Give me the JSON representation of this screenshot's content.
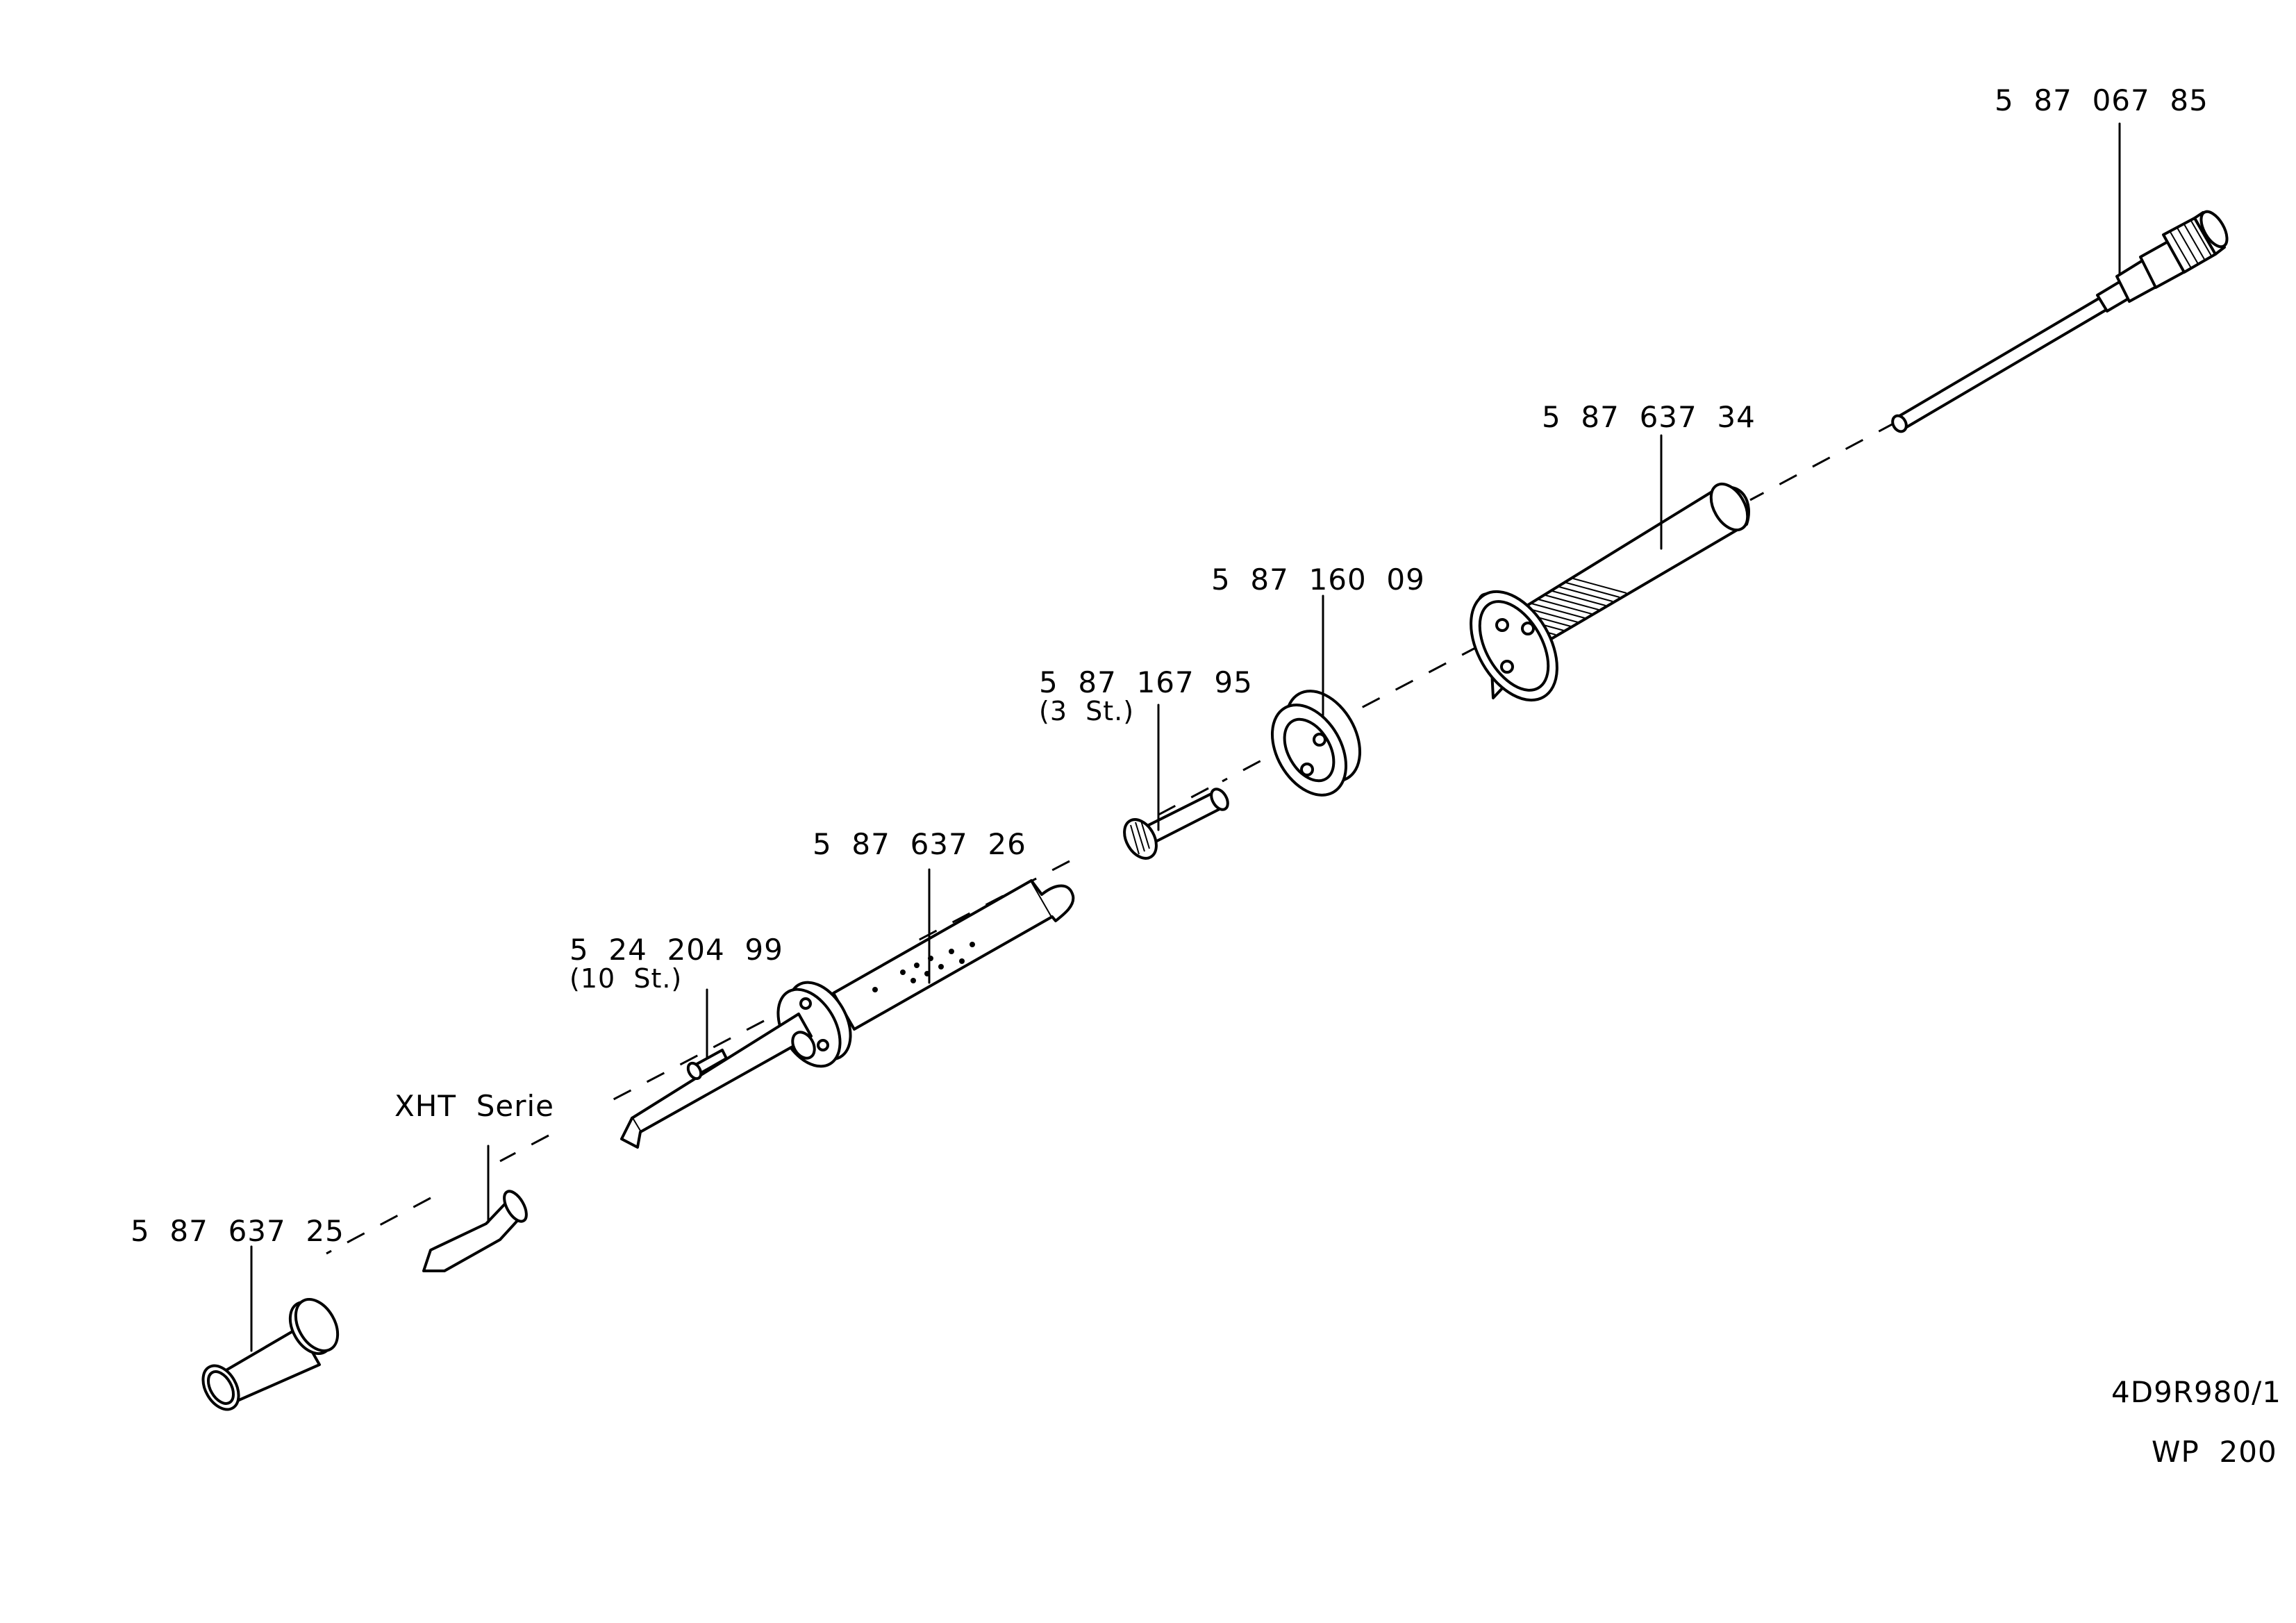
{
  "parts": [
    {
      "id": "cable-connector",
      "number": "5  87  067  85",
      "note": ""
    },
    {
      "id": "handle-sleeve",
      "number": "5  87  637  34",
      "note": ""
    },
    {
      "id": "locking-ring",
      "number": "5  87  160  09",
      "note": ""
    },
    {
      "id": "spacer-tube",
      "number": "5  87  167  95",
      "note": "(3  St.)"
    },
    {
      "id": "heater-element",
      "number": "5  87  637  26",
      "note": ""
    },
    {
      "id": "screw",
      "number": "5  24  204  99",
      "note": "(10  St.)"
    },
    {
      "id": "tip",
      "number": "XHT  Serie",
      "note": ""
    },
    {
      "id": "tip-nut",
      "number": "5  87  637  25",
      "note": ""
    }
  ],
  "title_block": {
    "drawing_number": "4D9R980/1",
    "model": "WP  200"
  }
}
